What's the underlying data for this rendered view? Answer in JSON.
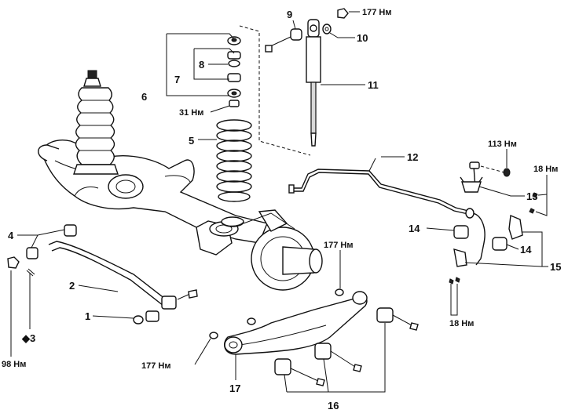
{
  "callouts": {
    "c1": "1",
    "c2": "2",
    "c3": "◆3",
    "c4": "4",
    "c5": "5",
    "c6": "6",
    "c7": "7",
    "c8": "8",
    "c9": "9",
    "c10": "10",
    "c11": "11",
    "c12": "12",
    "c13": "13",
    "c14a": "14",
    "c14b": "14",
    "c15": "15",
    "c16": "16",
    "c17": "17"
  },
  "torques": {
    "t_top": "177 Нм",
    "t_31": "31 Нм",
    "t_113": "113 Нм",
    "t_18a": "18 Нм",
    "t_18b": "18 Нм",
    "t_177a": "177 Нм",
    "t_177b": "177 Нм",
    "t_98": "98 Нм"
  }
}
